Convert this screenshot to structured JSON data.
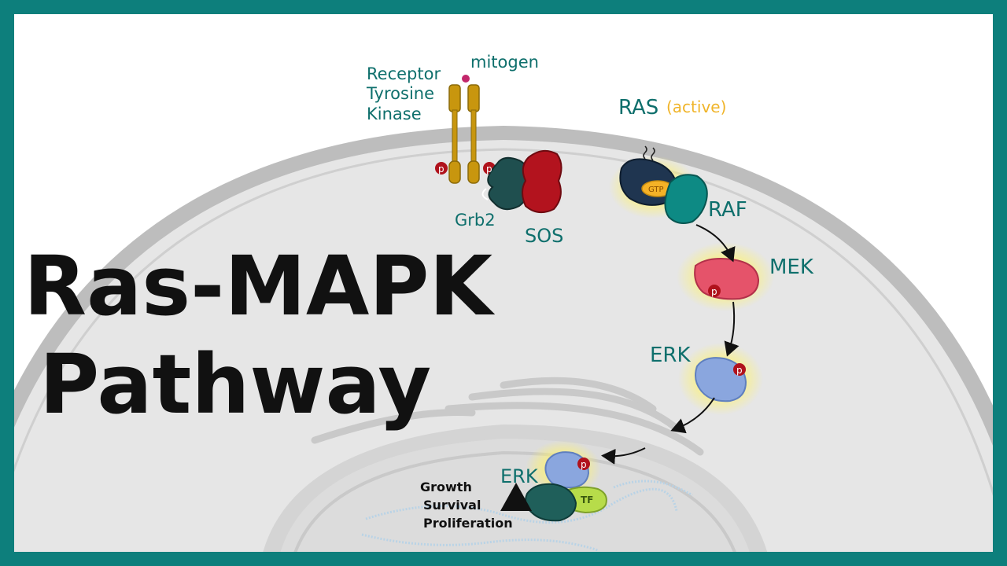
{
  "title": {
    "line1": "Ras-MAPK",
    "line2": "Pathway"
  },
  "labels": {
    "receptor_line1": "Receptor",
    "receptor_line2": "Tyrosine",
    "receptor_line3": "Kinase",
    "mitogen": "mitogen",
    "ras": "RAS",
    "ras_state": "(active)",
    "gtp": "GTP",
    "raf": "RAF",
    "grb2": "Grb2",
    "sos": "SOS",
    "mek": "MEK",
    "erk_cytoplasm": "ERK",
    "erk_nucleus": "ERK",
    "tf": "TF",
    "phospho": "p",
    "outcome_line1": "Growth",
    "outcome_line2": "Survival",
    "outcome_line3": "Proliferation"
  },
  "colors": {
    "frame": "#0d7f7c",
    "cell": "#e6e6e6",
    "membrane": "#b9b9b9",
    "teal_text": "#0e6f6c",
    "ras_state": "#f0b429",
    "receptor": "#c8960e",
    "mitogen": "#c2276b",
    "phospho": "#b0121c",
    "raf": "#0d8a84",
    "ras": "#1f3550",
    "mek": "#e5536a",
    "erk": "#8aa6de",
    "sos": "#b3131e",
    "grb2": "#1f4f4f",
    "tf": "#b7dc4a",
    "glow": "#fff36b"
  }
}
